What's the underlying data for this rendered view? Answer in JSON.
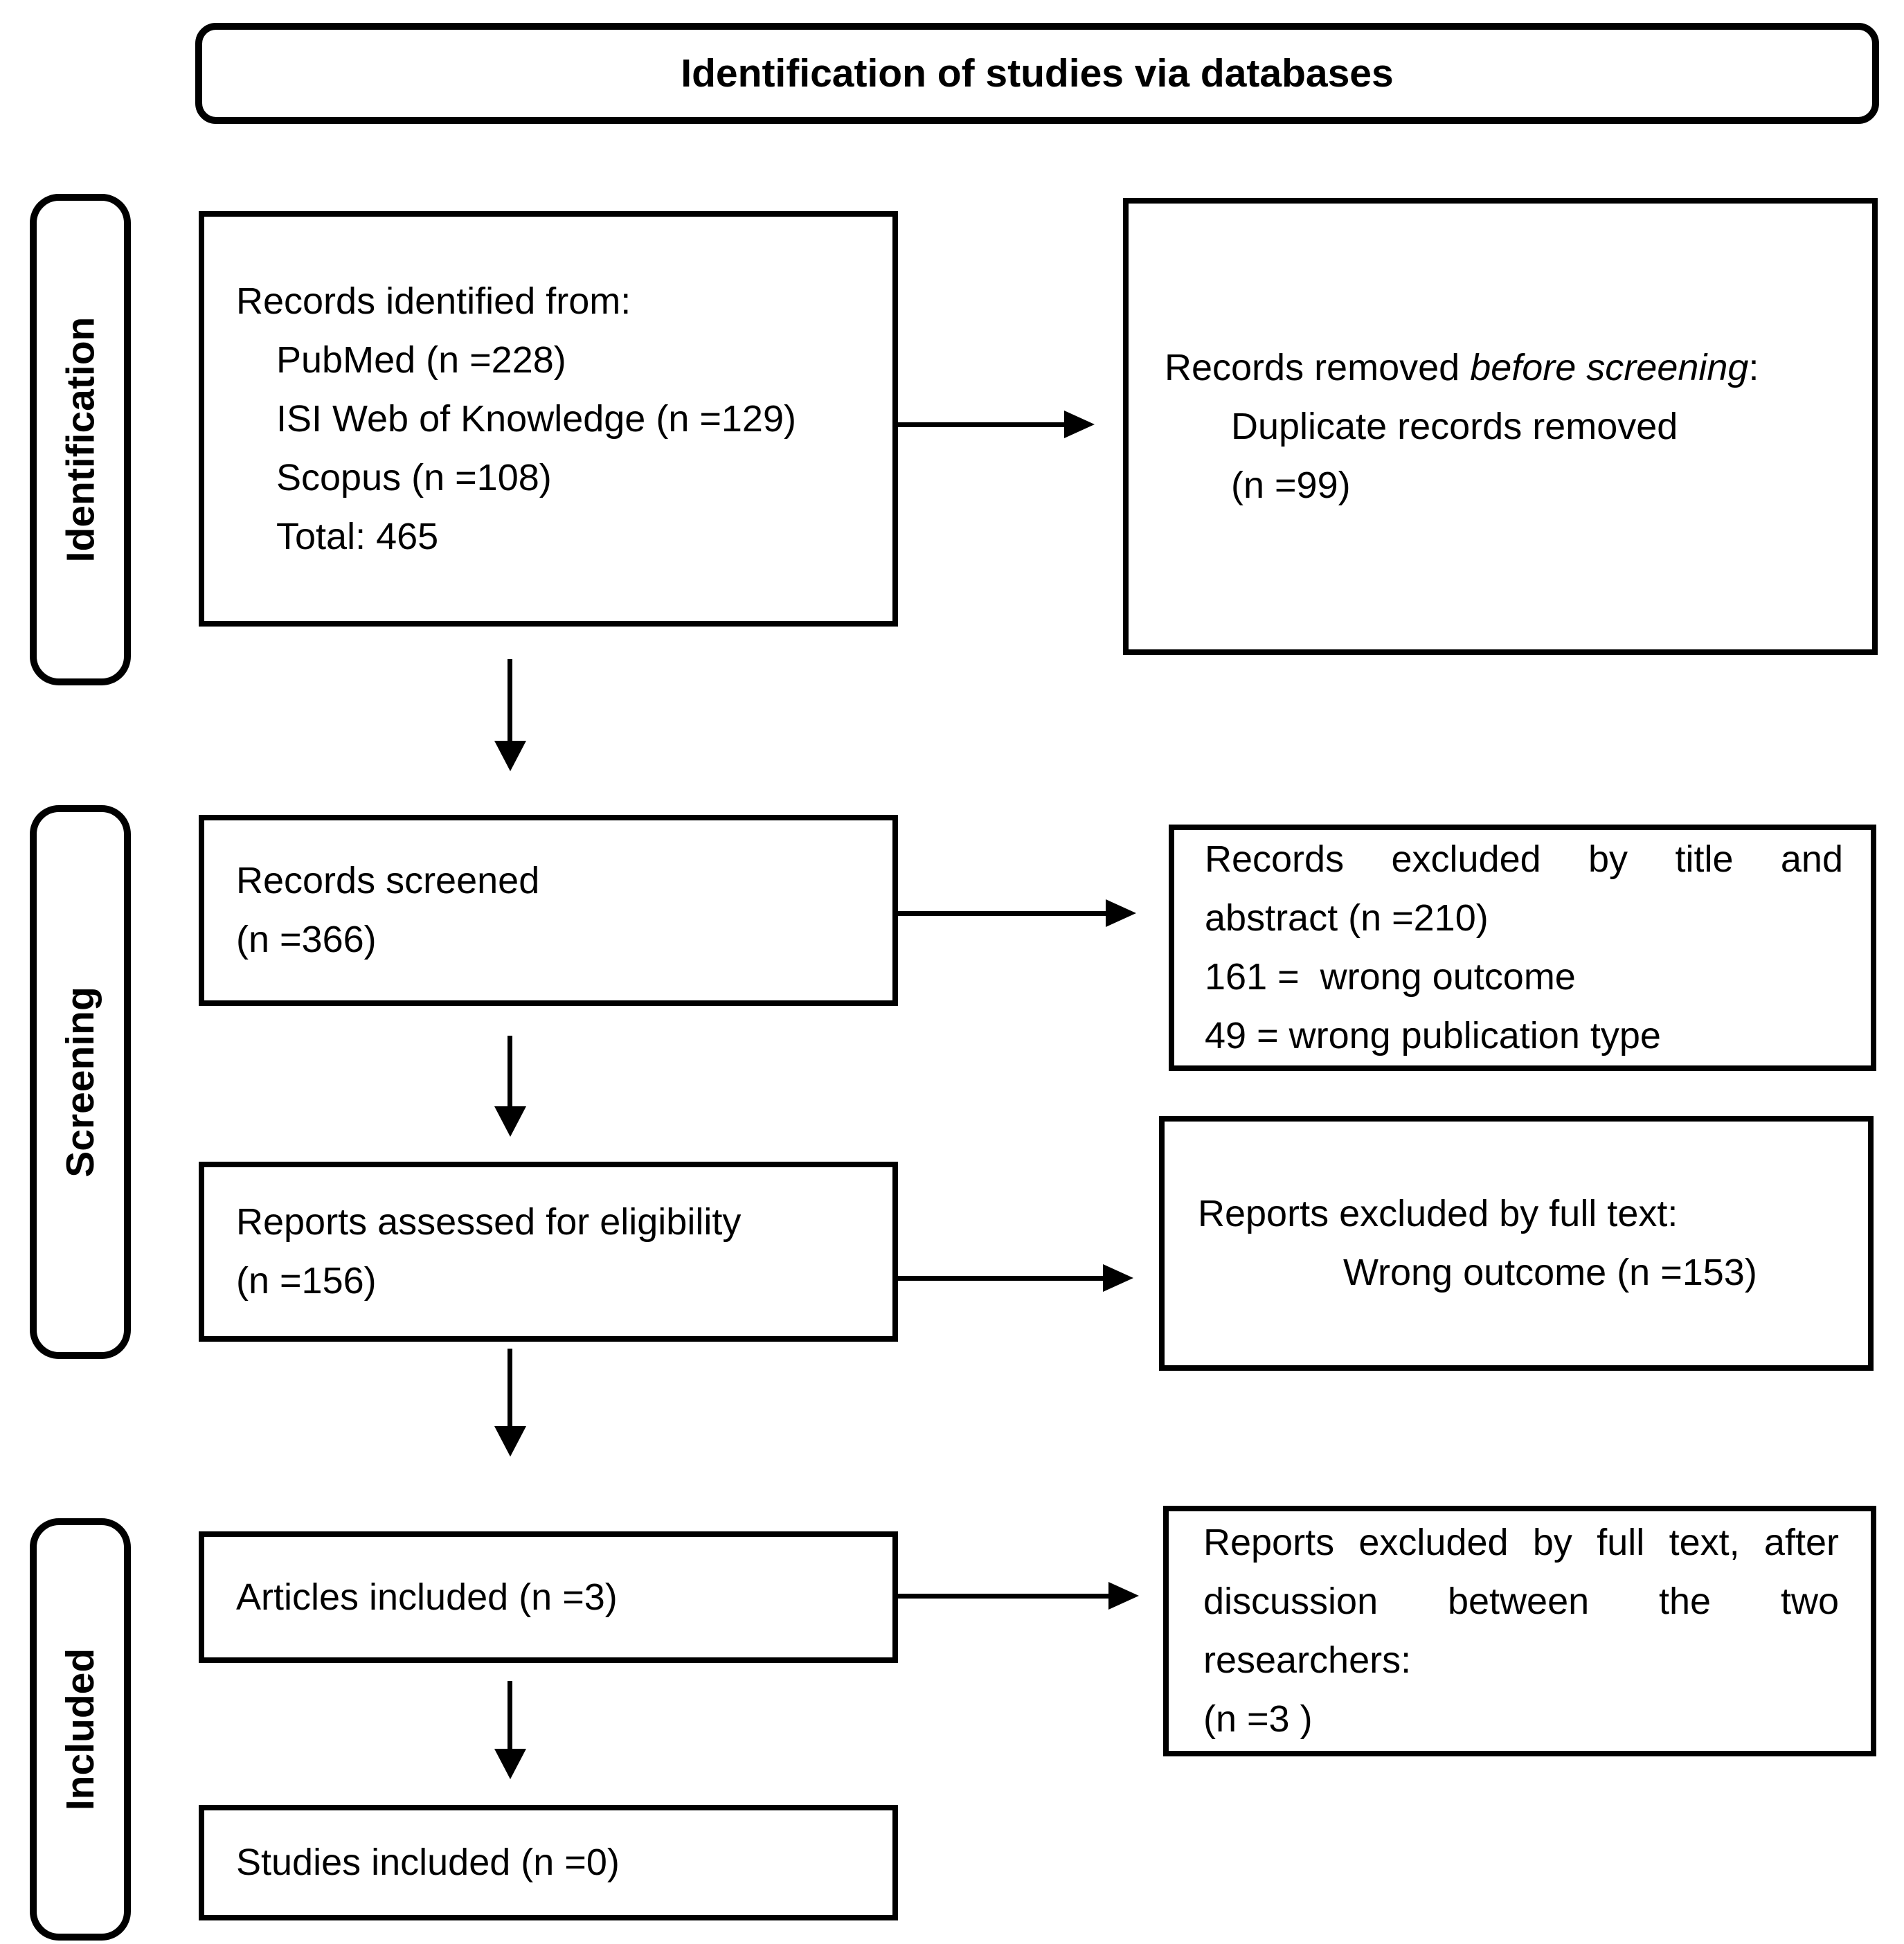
{
  "diagram": {
    "title": "Identification of studies via databases",
    "stage_labels": {
      "identification": "Identification",
      "screening": "Screening",
      "included": "Included"
    },
    "flow": {
      "records_identified": {
        "lines": [
          "Records identified from:",
          "PubMed (n =228)",
          "ISI Web of Knowledge (n =129)",
          "Scopus (n =108)",
          "Total: 465"
        ]
      },
      "records_removed": {
        "line1_prefix": "Records removed ",
        "line1_italic": "before screening",
        "line1_suffix": ":",
        "lines": [
          "Duplicate records removed",
          "(n =99)"
        ]
      },
      "records_screened": {
        "lines": [
          "Records screened",
          "(n =366)"
        ]
      },
      "records_excluded_title_abstract": {
        "lines": [
          "Records excluded by title and",
          "abstract (n =210)",
          "161 =  wrong outcome",
          "49 = wrong publication type"
        ]
      },
      "reports_assessed": {
        "lines": [
          "Reports assessed for eligibility",
          "(n =156)"
        ]
      },
      "reports_excluded_full_text": {
        "lines": [
          "Reports excluded by full text:",
          "Wrong outcome (n =153)"
        ]
      },
      "articles_included": {
        "lines": [
          "Articles included (n =3)"
        ]
      },
      "reports_excluded_discussion": {
        "lines": [
          "Reports excluded by full text, after",
          "discussion between the two",
          "researchers:",
          "(n =3 )"
        ]
      },
      "studies_included": {
        "lines": [
          "Studies included (n =0)"
        ]
      }
    }
  }
}
